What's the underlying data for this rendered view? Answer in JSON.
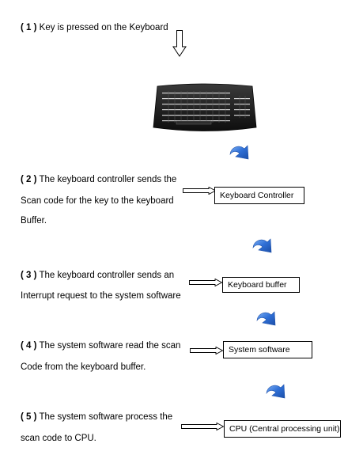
{
  "steps": [
    {
      "number": "( 1 )",
      "lines": [
        "Key is pressed on the Keyboard"
      ]
    },
    {
      "number": "( 2 )",
      "lines": [
        "The keyboard controller sends the",
        "Scan code for the key to the keyboard",
        "Buffer."
      ],
      "box": "Keyboard Controller"
    },
    {
      "number": "( 3 )",
      "lines": [
        "The keyboard controller sends an",
        "Interrupt request to the system software"
      ],
      "box": "Keyboard  buffer"
    },
    {
      "number": "( 4 )",
      "lines": [
        "The system software read the scan",
        "Code from the keyboard buffer."
      ],
      "box": "System  software"
    },
    {
      "number": "( 5 )",
      "lines": [
        "The system software process the",
        "scan code to CPU."
      ],
      "box": "CPU (Central processing unit)"
    }
  ],
  "colors": {
    "curved_arrow": "#2f6fd6",
    "keyboard_body": "#1a1a1a"
  },
  "icons": {
    "down_arrow": "hollow-down-arrow-icon",
    "right_arrow": "hollow-right-arrow-icon",
    "curved_arrow": "blue-curved-arrow-icon",
    "keyboard": "keyboard-image"
  }
}
